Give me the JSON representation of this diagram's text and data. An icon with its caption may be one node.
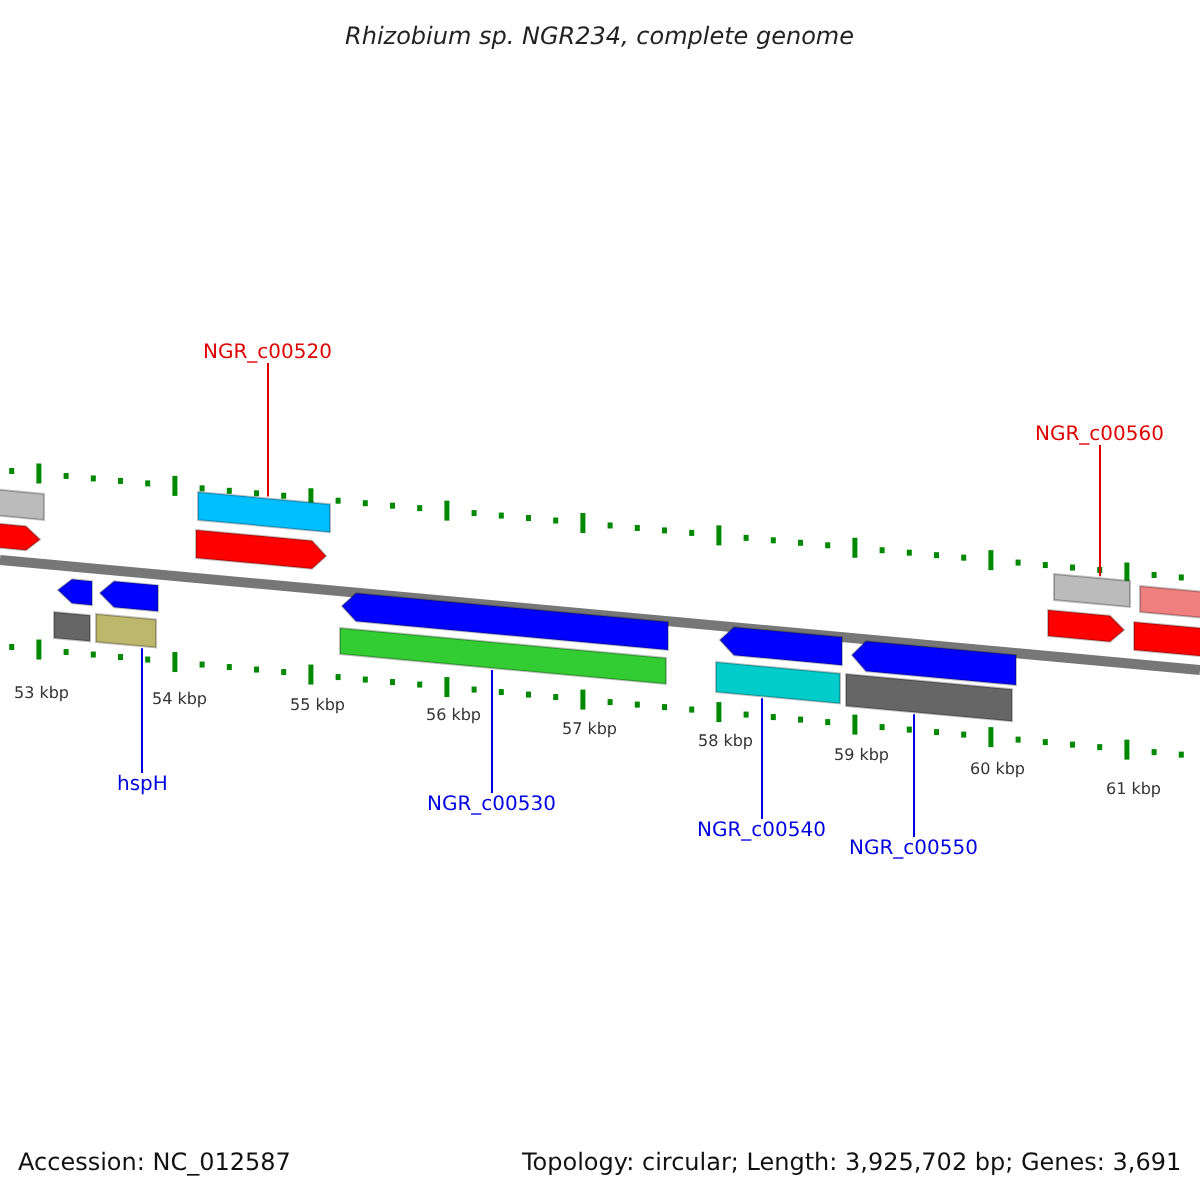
{
  "diagram": {
    "title": "Rhizobium sp. NGR234, complete genome",
    "nodes": [
      {
        "text": [
          "NGR_c00520"
        ]
      },
      {
        "text": [
          "NGR_c00560"
        ]
      },
      {
        "text": [],
        "shape": "bar"
      },
      {
        "text": [],
        "shape": "arrow"
      },
      {
        "text": [],
        "shape": "bar"
      },
      {
        "text": [],
        "shape": "arrow"
      },
      {
        "text": [],
        "shape": "bar"
      },
      {
        "text": [],
        "shape": "arrow"
      },
      {
        "text": [],
        "shape": "arrow"
      },
      {
        "text": [],
        "shape": "bar"
      },
      {
        "text": [],
        "shape": "bar"
      },
      {
        "text": [],
        "shape": "arrow"
      },
      {
        "text": [],
        "shape": "bar"
      },
      {
        "text": [],
        "shape": "arrow"
      },
      {
        "text": [],
        "shape": "bar"
      },
      {
        "text": [],
        "shape": "arrow"
      },
      {
        "text": [],
        "shape": "arrow"
      },
      {
        "text": [],
        "shape": "bar"
      },
      {
        "text": [],
        "shape": "bar"
      },
      {
        "text": [],
        "shape": "bar"
      },
      {
        "text": [
          "hspH"
        ]
      },
      {
        "text": [
          "NGR_c00530"
        ]
      },
      {
        "text": [
          "NGR_c00540"
        ]
      },
      {
        "text": [
          "NGR_c00550"
        ]
      }
    ],
    "edges": [
      {
        "from": 0,
        "to": 9,
        "arrow": "none",
        "color": "#e00000"
      },
      {
        "from": 1,
        "to": 17,
        "arrow": "none",
        "color": "#e00000"
      },
      {
        "from": 20,
        "to": 6,
        "arrow": "none"
      },
      {
        "from": 21,
        "to": 10,
        "arrow": "none"
      },
      {
        "from": 22,
        "to": 12,
        "arrow": "none"
      },
      {
        "from": 23,
        "to": 14,
        "arrow": "none"
      }
    ],
    "labels": [
      "53 kbp",
      "54 kbp",
      "55 kbp",
      "56 kbp",
      "57 kbp",
      "58 kbp",
      "59 kbp",
      "60 kbp",
      "61 kbp",
      "Accession: NC_012587",
      "Topology: circular; Length: 3,925,702 bp; Genes: 3,691"
    ]
  }
}
